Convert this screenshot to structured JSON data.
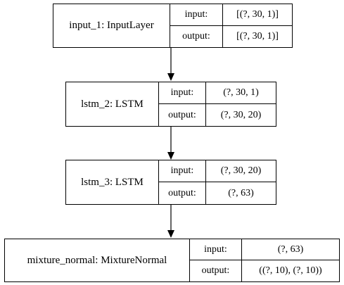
{
  "layers": [
    {
      "name": "input_1: InputLayer",
      "input_label": "input:",
      "input_value": "[(?, 30, 1)]",
      "output_label": "output:",
      "output_value": "[(?, 30, 1)]"
    },
    {
      "name": "lstm_2: LSTM",
      "input_label": "input:",
      "input_value": "(?, 30, 1)",
      "output_label": "output:",
      "output_value": "(?, 30, 20)"
    },
    {
      "name": "lstm_3: LSTM",
      "input_label": "input:",
      "input_value": "(?, 30, 20)",
      "output_label": "output:",
      "output_value": "(?, 63)"
    },
    {
      "name": "mixture_normal: MixtureNormal",
      "input_label": "input:",
      "input_value": "(?, 63)",
      "output_label": "output:",
      "output_value": "((?, 10), (?, 10))"
    }
  ]
}
